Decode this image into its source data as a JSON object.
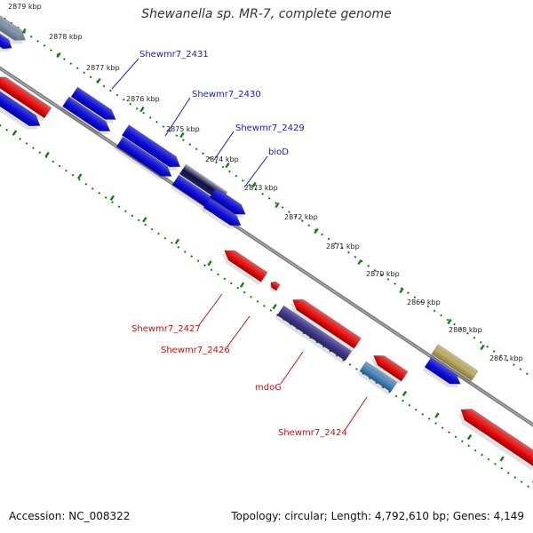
{
  "title": "Shewanella sp. MR-7, complete genome",
  "footer": {
    "accession": "Accession: NC_008322",
    "summary": "Topology: circular; Length: 4,792,610 bp; Genes: 4,149"
  },
  "ticks": [
    "2879 kbp",
    "2878 kbp",
    "2877 kbp",
    "2876 kbp",
    "2875 kbp",
    "2874 kbp",
    "2873 kbp",
    "2872 kbp",
    "2871 kbp",
    "2870 kbp",
    "2869 kbp",
    "2868 kbp",
    "2867 kbp"
  ],
  "labels": {
    "forward": [
      "Shewmr7_2431",
      "Shewmr7_2430",
      "Shewmr7_2429",
      "bioD"
    ],
    "reverse": [
      "Shewmr7_2427",
      "Shewmr7_2426",
      "mdoG",
      "Shewmr7_2424"
    ]
  },
  "colors": {
    "forward_label": "#1a1acc",
    "reverse_label": "#cc1111",
    "forward_gene": "#1010dd",
    "reverse_gene": "#ee1111",
    "backbone": "#808080",
    "tick": "#1a7a1a"
  }
}
